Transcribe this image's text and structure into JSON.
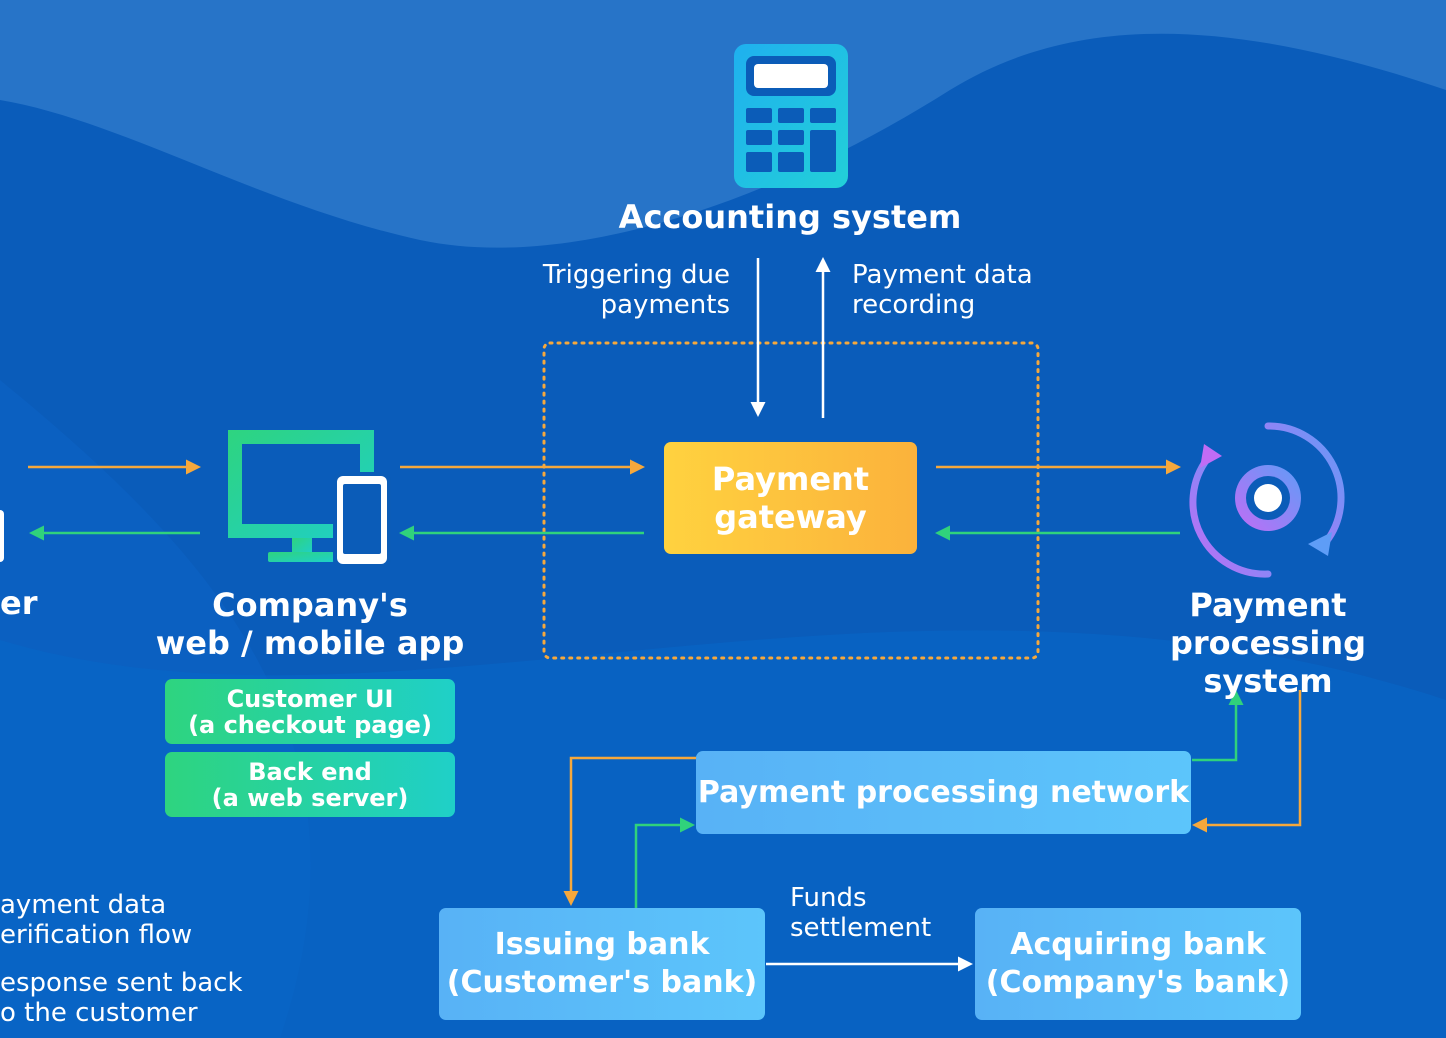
{
  "colors": {
    "background": "#0a5fc0",
    "flow_orange": "#f6a83c",
    "flow_green": "#30d27c",
    "gateway_yellow": "#fbbf3c",
    "box_blue": "#56b7f7",
    "box_green": "#2ed47f"
  },
  "customer": {
    "title_fragment": "er"
  },
  "accounting": {
    "title": "Accounting system",
    "icon": "calculator-icon"
  },
  "app": {
    "title": "Company's\nweb / mobile app",
    "icon": "monitor-and-phone-icon",
    "ui_box": "Customer UI\n(a checkout page)",
    "backend_box": "Back end\n(a web server)"
  },
  "gateway": {
    "title": "Payment\ngateway"
  },
  "processing": {
    "title": "Payment processing\nsystem",
    "icon": "processing-cycle-icon"
  },
  "edges": {
    "triggering": "Triggering due\npayments",
    "recording": "Payment data\nrecording",
    "funds": "Funds\nsettlement"
  },
  "network": {
    "title": "Payment processing network"
  },
  "issuing": {
    "title": "Issuing bank\n(Customer's bank)"
  },
  "acquiring": {
    "title": "Acquiring bank\n(Company's bank)"
  },
  "legend": {
    "flow1": "ayment data\nerification flow",
    "flow2": "esponse sent back\no the customer"
  }
}
